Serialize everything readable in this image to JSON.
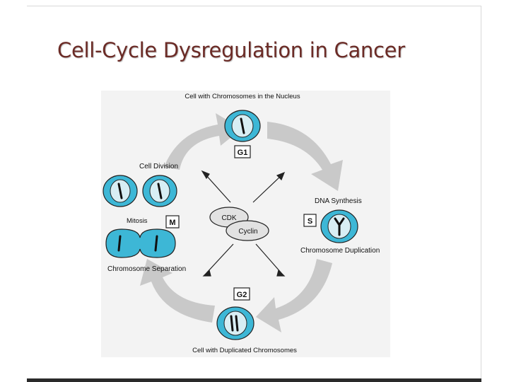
{
  "slide": {
    "title": "Cell-Cycle Dysregulation in Cancer"
  },
  "diagram": {
    "top_label": "Cell with Chromosomes in the Nucleus",
    "bottom_label": "Cell with Duplicated Chromosomes",
    "cell_division_label": "Cell Division",
    "mitosis_label": "Mitosis",
    "chromosome_separation_label": "Chromosome Separation",
    "dna_synthesis_label": "DNA Synthesis",
    "chromosome_duplication_label": "Chromosome Duplication",
    "phases": {
      "g1": "G1",
      "s": "S",
      "g2": "G2",
      "m": "M"
    },
    "center": {
      "cdk": "CDK",
      "cyclin": "Cyclin"
    },
    "colors": {
      "cell_fill": "#3db7d6",
      "nucleus_fill": "#d8eef4",
      "arrow_fill": "#c8c8c8",
      "title_color": "#6b2b26"
    }
  }
}
